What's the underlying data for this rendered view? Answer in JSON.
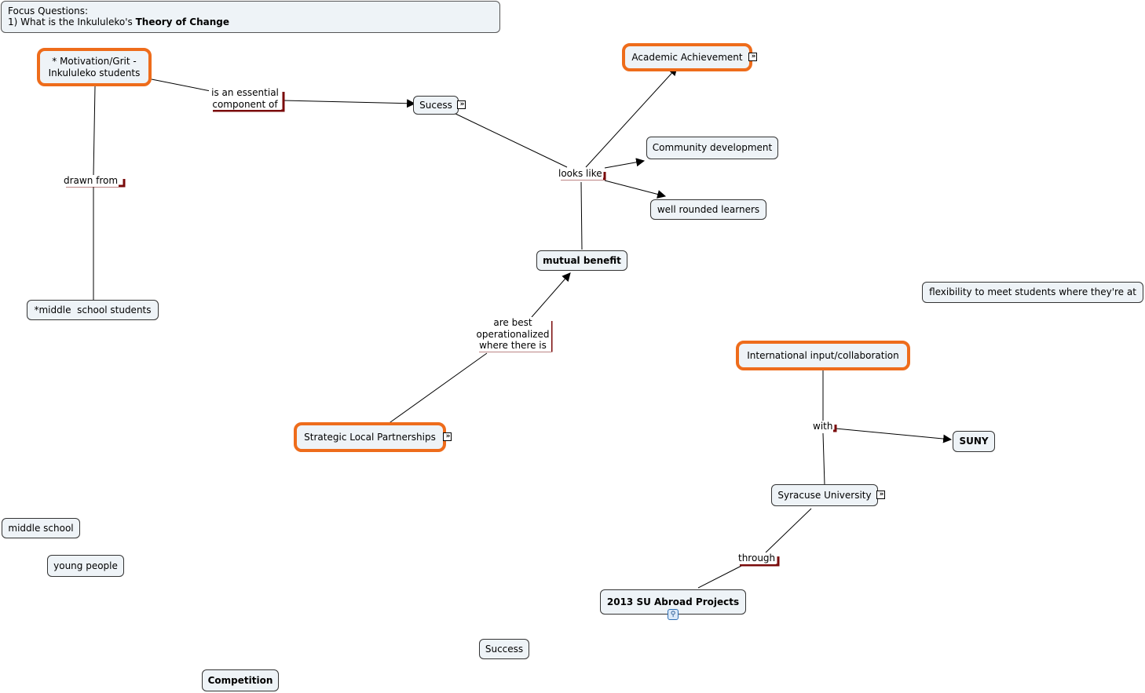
{
  "focus": {
    "line1": "Focus Questions:",
    "line2_prefix": "1) What is the Inkululeko's ",
    "line2_bold": "Theory of Change"
  },
  "concepts": {
    "motivation": [
      "* Motivation/Grit -",
      "Inkululeko students"
    ],
    "academic": "Academic Achievement",
    "sucess": "Sucess",
    "community": "Community development",
    "well_rounded": "well rounded learners",
    "mutual_benefit": "mutual benefit",
    "middle_school_students": "*middle  school students",
    "flexibility": "flexibility to meet students where they're at",
    "international": "International input/collaboration",
    "strategic": "Strategic Local Partnerships",
    "suny": "SUNY",
    "syracuse": "Syracuse University",
    "su_abroad": "2013 SU Abroad Projects",
    "middle_school": "middle school",
    "young_people": "young people",
    "success": "Success",
    "competition": "Competition"
  },
  "linking_phrases": {
    "essential": [
      "is an essential",
      "component of"
    ],
    "drawn_from": "drawn from",
    "looks_like": "looks like",
    "best_operationalized": [
      "are best",
      "operationalized",
      "where there is"
    ],
    "with": "with",
    "through": "through"
  },
  "icons": {
    "expand": "expand-submap-icon",
    "resource": "attached-resources-icon"
  },
  "colors": {
    "highlight_border": "#ee6c1b",
    "link_bracket": "#7a0b0b",
    "node_fill": "#eef3f7"
  }
}
